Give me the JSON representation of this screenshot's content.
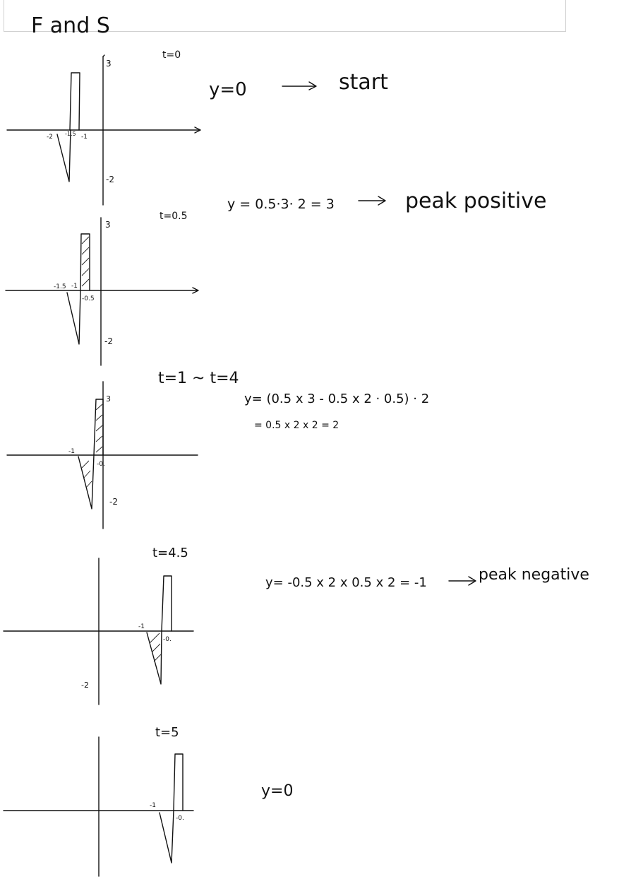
{
  "header": {
    "title": "F and S"
  },
  "panels": [
    {
      "time": "t=0",
      "tick_top": "3",
      "tick_bottom": "-2",
      "tick_x": [
        "-2",
        "-1.5",
        "-1"
      ],
      "equation": "y=0",
      "result": "start"
    },
    {
      "time": "t=0.5",
      "tick_top": "3",
      "tick_bottom": "-2",
      "tick_x": [
        "-1.5",
        "-1",
        "-0.5"
      ],
      "equation": "y = 0.5·3· 2 = 3",
      "result": "peak positive"
    },
    {
      "time": "t=1 ~ t=4",
      "tick_top": "3",
      "tick_bottom": "-2",
      "tick_x": [
        "-1",
        "-0."
      ],
      "equation": "y= (0.5 x 3 - 0.5 x 2 · 0.5) · 2",
      "equation2": "= 0.5 x 2 x 2 = 2"
    },
    {
      "time": "t=4.5",
      "tick_bottom": "-2",
      "tick_x": [
        "-1",
        "-0."
      ],
      "equation": "y= -0.5 x 2 x 0.5 x 2 = -1",
      "result": "peak negative"
    },
    {
      "time": "t=5",
      "tick_x": [
        "-1",
        "-0."
      ],
      "equation": "y=0"
    }
  ]
}
